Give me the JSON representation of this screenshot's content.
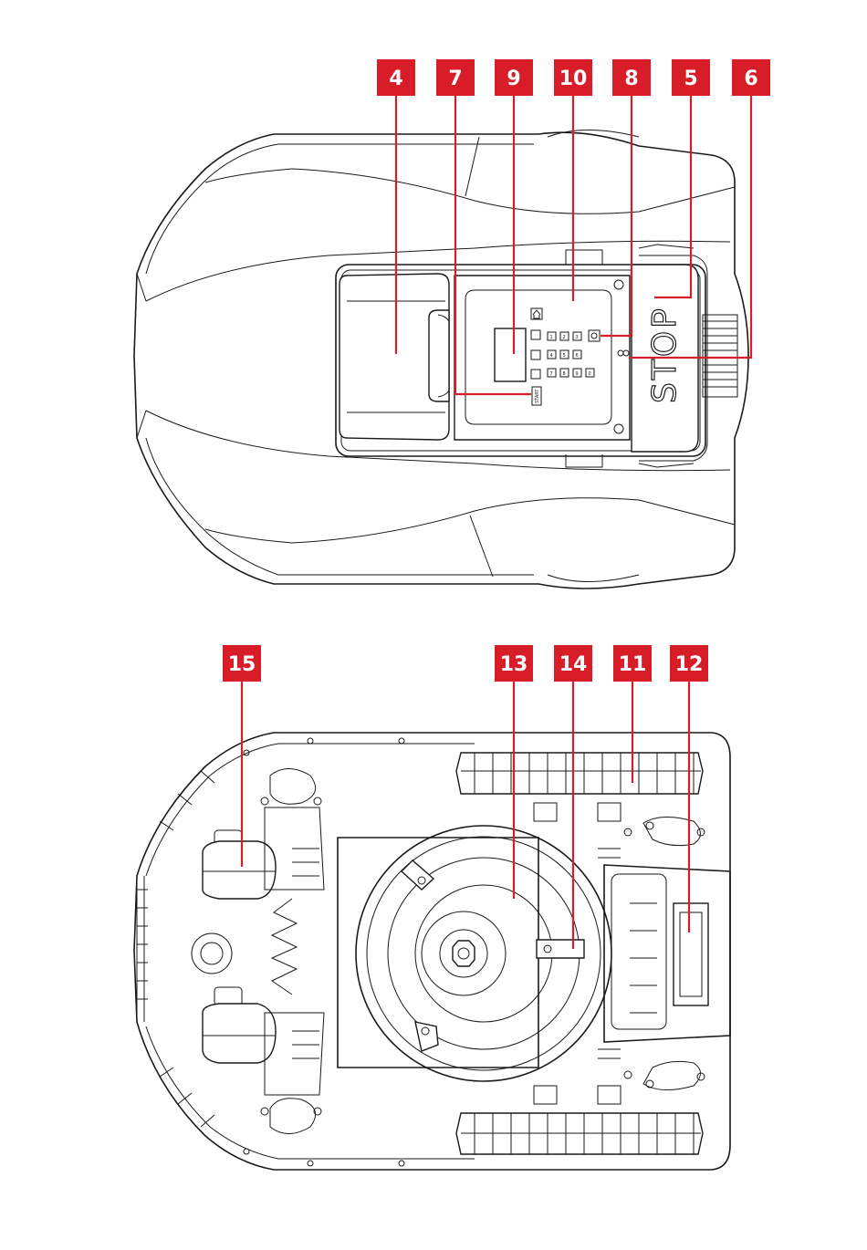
{
  "top_view": {
    "callouts": [
      "4",
      "7",
      "9",
      "10",
      "8",
      "5",
      "6"
    ],
    "keypad": {
      "keys": [
        "1",
        "2",
        "3",
        "4",
        "5",
        "6",
        "7",
        "8",
        "9",
        "0"
      ],
      "start_label": "START"
    },
    "stop_label": "STOP"
  },
  "bottom_view": {
    "callouts": [
      "15",
      "13",
      "14",
      "11",
      "12"
    ]
  }
}
